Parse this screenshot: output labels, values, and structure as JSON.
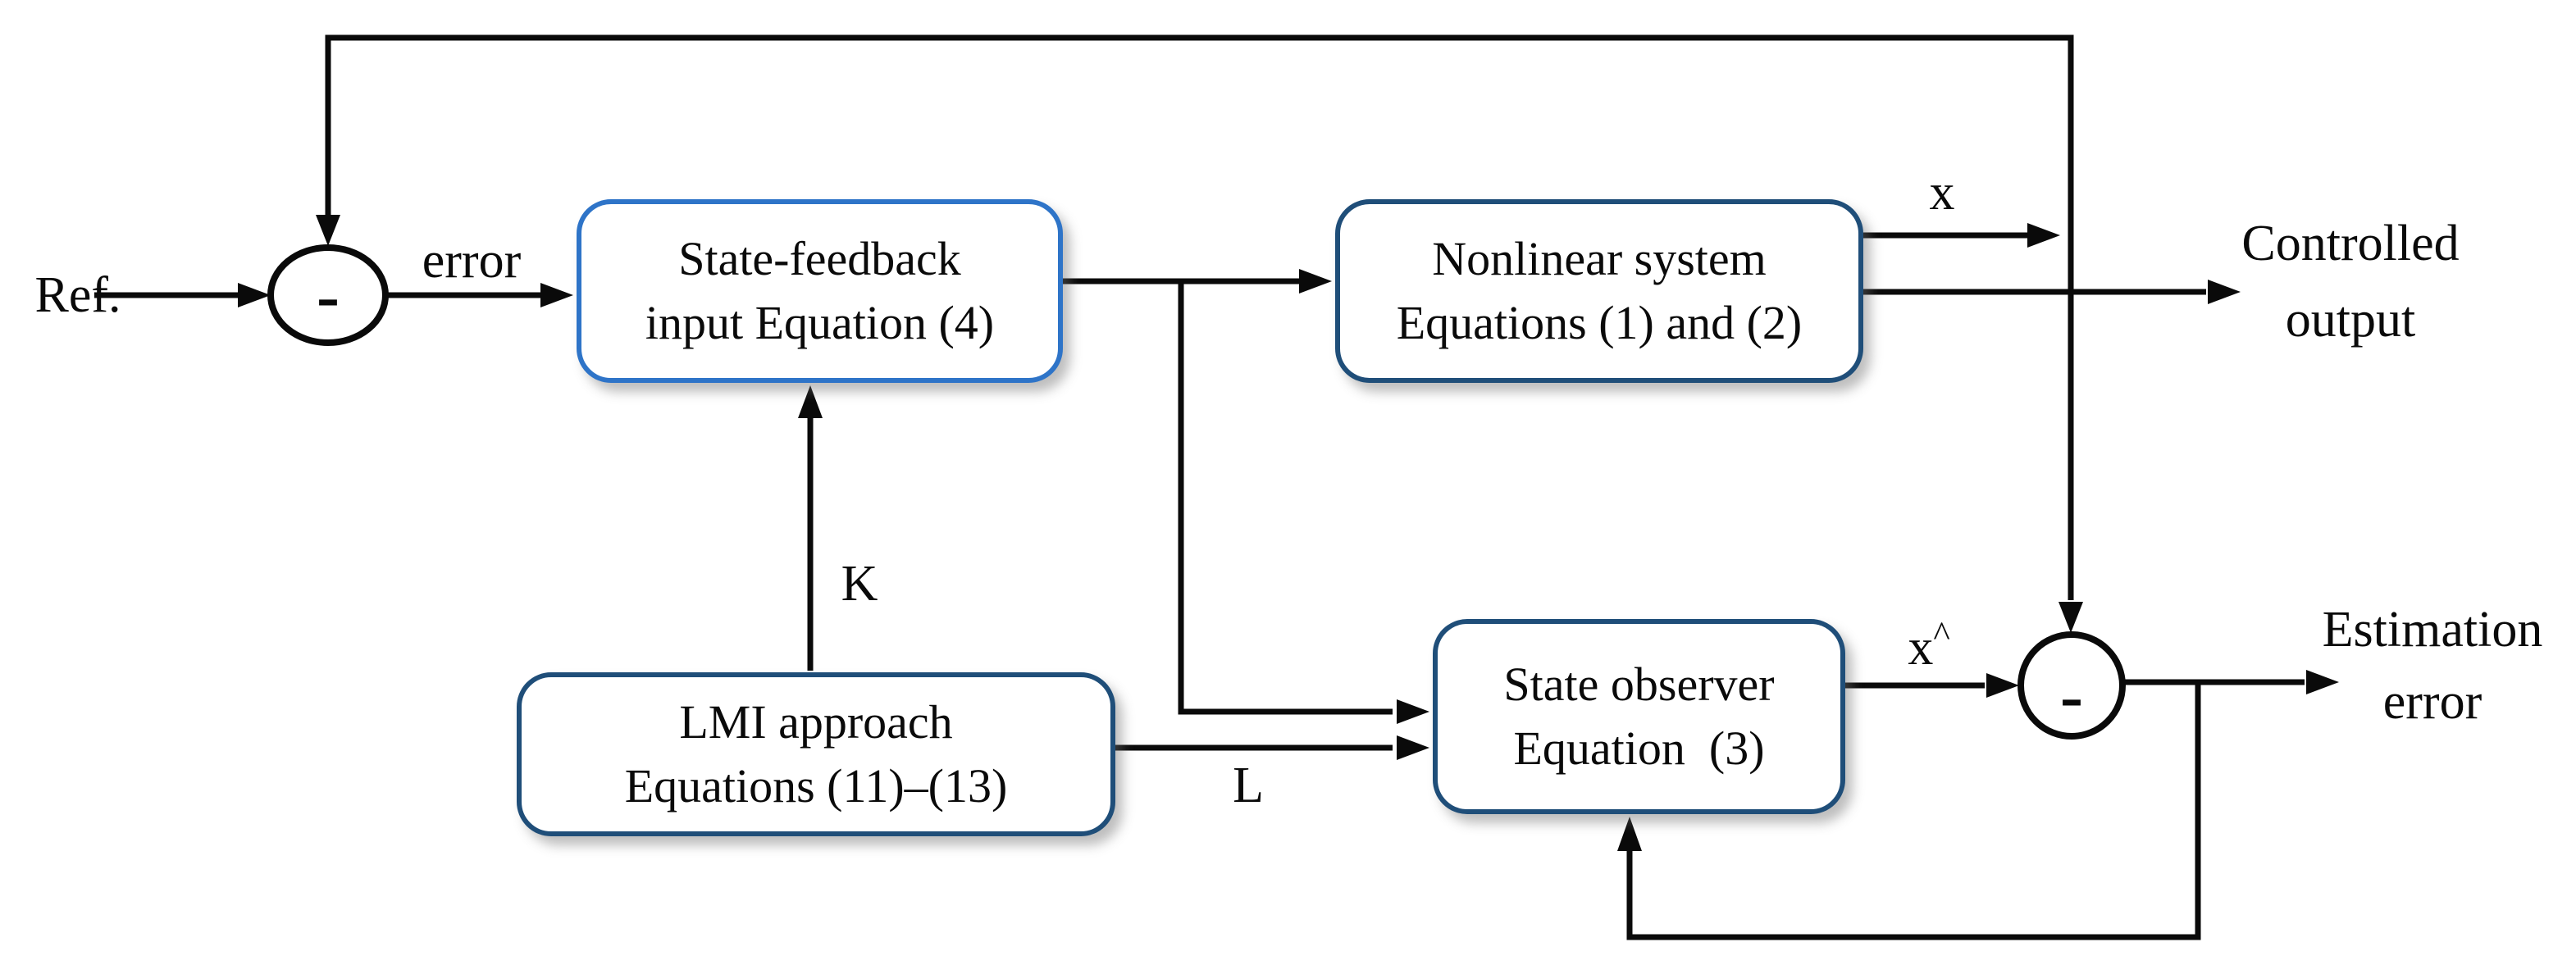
{
  "theme": {
    "bg": "#ffffff",
    "line": "#0a0a0a",
    "text": "#0a0a0a",
    "light_blue": "#2E74C8",
    "dark_blue": "#1F4E79"
  },
  "blocks": {
    "state_feedback": {
      "line1": "State-feedback",
      "line2": "input Equation (4)"
    },
    "nonlinear": {
      "line1": "Nonlinear system",
      "line2": "Equations (1) and (2)"
    },
    "lmi": {
      "line1": "LMI approach",
      "line2": "Equations (11)–(13)"
    },
    "observer": {
      "line1": "State observer",
      "line2": "Equation  (3)"
    }
  },
  "junctions": {
    "j1": {
      "symbol": "-"
    },
    "j2": {
      "symbol": "-"
    }
  },
  "labels": {
    "ref": "Ref.",
    "error": "error",
    "x": "x",
    "k": "K",
    "l": "L",
    "xhat_base": "x",
    "xhat_sup": "^",
    "controlled_line1": "Controlled",
    "controlled_line2": "output",
    "estimation_line1": "Estimation",
    "estimation_line2": "error"
  }
}
